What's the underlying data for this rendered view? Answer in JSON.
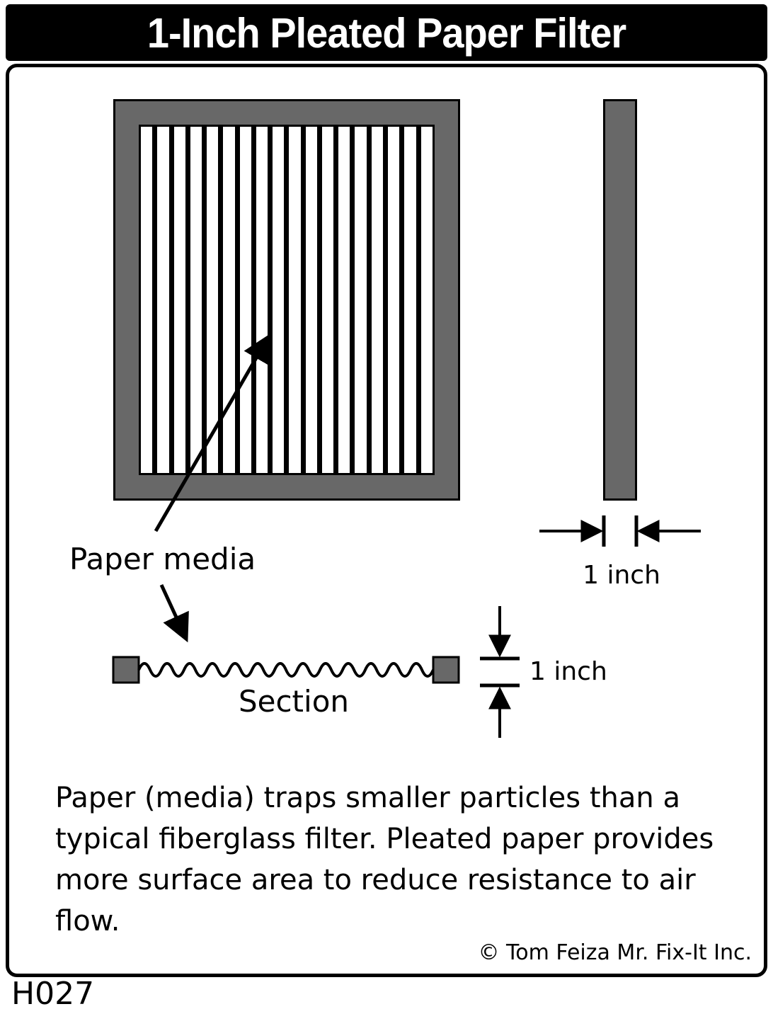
{
  "title": "1-Inch Pleated Paper Filter",
  "figure_id": "H027",
  "labels": {
    "paper_media": "Paper media",
    "section": "Section",
    "side_thickness": "1 inch",
    "section_thickness": "1 inch"
  },
  "description": {
    "lines": [
      "Paper (media) traps smaller particles than a",
      "typical fiberglass filter.  Pleated paper provides",
      "more surface area to reduce resistance to air",
      "flow."
    ]
  },
  "copyright": "©  Tom Feiza Mr. Fix-It Inc.",
  "filter": {
    "pleat_count": 17
  },
  "colors": {
    "title_bg": "#000000",
    "title_text": "#ffffff",
    "frame_gray": "#686868",
    "line_black": "#000000",
    "background": "#ffffff"
  }
}
